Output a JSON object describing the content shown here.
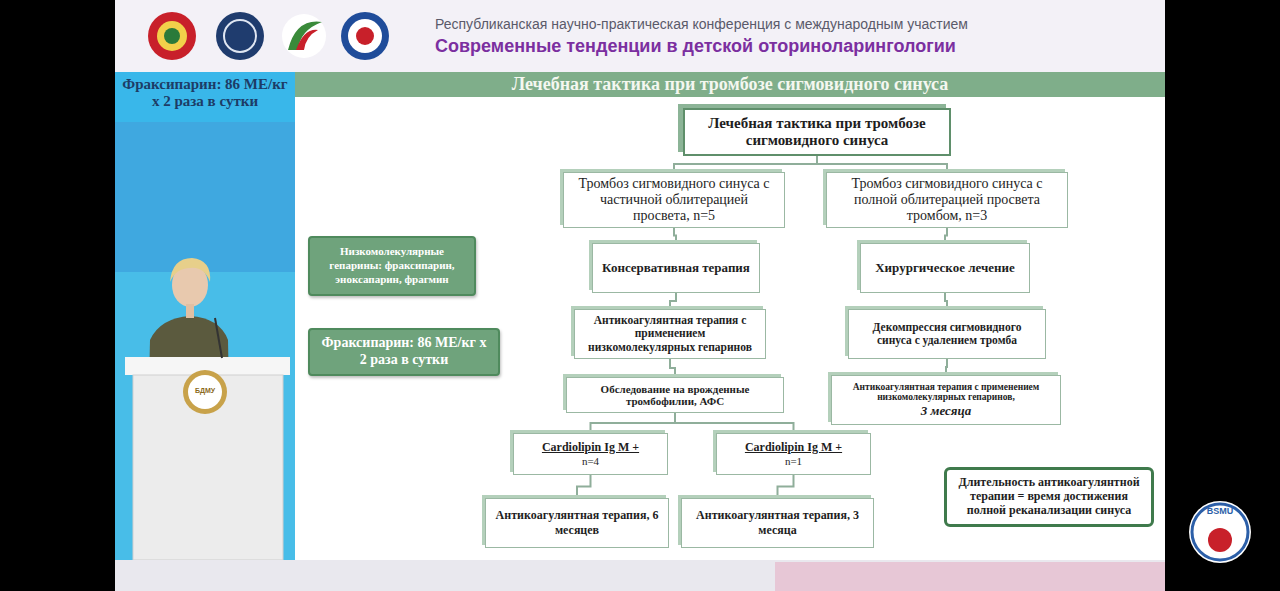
{
  "diagram": {
    "title": "Лечебная тактика при тромбозе сигмовидного синуса",
    "nodes": [
      {
        "text": [
          "Лечебная тактика при тромбозе сигмовидного синуса"
        ]
      },
      {
        "text": [
          "Тромбоз сигмовидного синуса с частичной облитерацией просвета, n=5"
        ]
      },
      {
        "text": [
          "Тромбоз сигмовидного синуса с полной облитерацией просвета тромбом, n=3"
        ]
      },
      {
        "text": [
          "Консервативная терапия"
        ]
      },
      {
        "text": [
          "Хирургическое лечение"
        ]
      },
      {
        "text": [
          "Антикоагулянтная терапия с применением низкомолекулярных гепаринов"
        ]
      },
      {
        "text": [
          "Декомпрессия сигмовидного синуса с удалением тромба"
        ]
      },
      {
        "text": [
          "Обследование на врожденные тромбофилии, АФС"
        ]
      },
      {
        "text": [
          "Антикоагулянтная терапия с применением низкомолекулярных гепаринов,",
          "3 месяца"
        ]
      },
      {
        "text": [
          "Cardiolipin Ig M +",
          "n=4"
        ]
      },
      {
        "text": [
          "Cardiolipin Ig M +",
          "n=1"
        ]
      },
      {
        "text": [
          "Антикоагулянтная терапия, 6 месяцев"
        ]
      },
      {
        "text": [
          "Антикоагулянтная терапия, 3 месяца"
        ]
      },
      {
        "text": [
          "Низкомолекулярные гепарины: фраксипарин, эноксапарин, фрагмин"
        ]
      },
      {
        "text": [
          "Фраксипарин: 86 МЕ/кг х 2 раза в сутки"
        ]
      },
      {
        "text": [
          "Длительность антикоагулянтной терапии = время достижения полной реканализации синуса"
        ]
      }
    ],
    "edges": [
      {
        "from": 0,
        "to": 1,
        "arrow": "none"
      },
      {
        "from": 0,
        "to": 2,
        "arrow": "none"
      },
      {
        "from": 1,
        "to": 3,
        "arrow": "none"
      },
      {
        "from": 2,
        "to": 4,
        "arrow": "none"
      },
      {
        "from": 3,
        "to": 5,
        "arrow": "none"
      },
      {
        "from": 4,
        "to": 6,
        "arrow": "none"
      },
      {
        "from": 5,
        "to": 7,
        "arrow": "none"
      },
      {
        "from": 6,
        "to": 8,
        "arrow": "none"
      },
      {
        "from": 7,
        "to": 9,
        "arrow": "none"
      },
      {
        "from": 7,
        "to": 10,
        "arrow": "none"
      },
      {
        "from": 9,
        "to": 11,
        "arrow": "none"
      },
      {
        "from": 10,
        "to": 12,
        "arrow": "none"
      }
    ],
    "labels": [
      "Республиканская научно-практическая конференция с международным участием",
      "Современные тенденции в детской оториноларингологии",
      "Фраксипарин: 86 МЕ/кг х 2 раза в сутки",
      "БДМУ",
      "BSMU"
    ]
  }
}
